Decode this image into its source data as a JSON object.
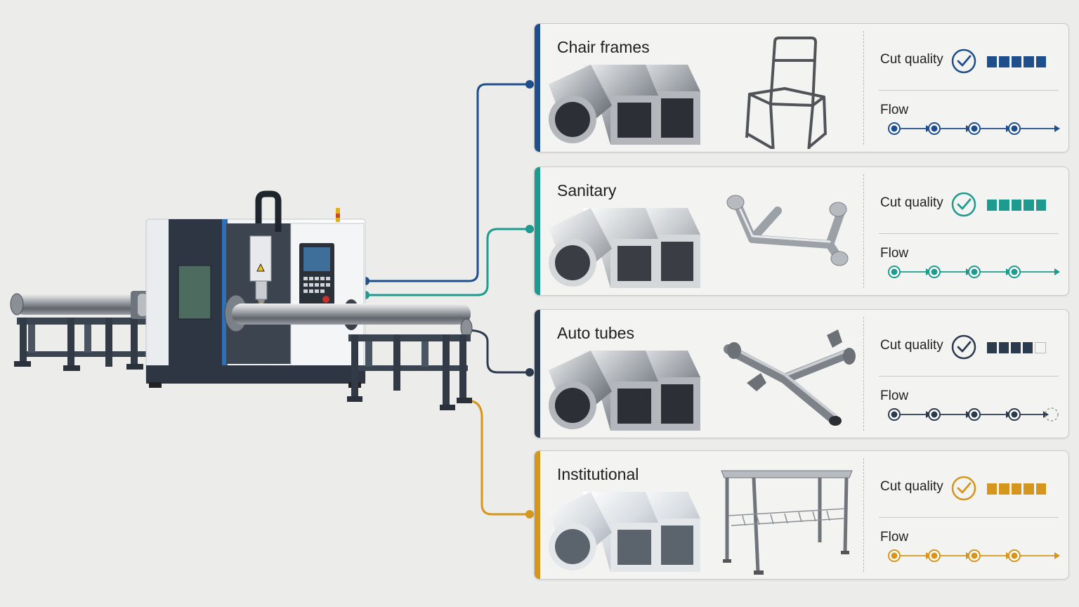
{
  "applications": [
    {
      "id": "chair-frames",
      "title": "Chair frames",
      "color": "#1f4e8c",
      "cut_quality_label": "Cut quality",
      "quality_filled": 5,
      "quality_total": 5,
      "flow_label": "Flow",
      "flow_steps_done": 4,
      "flow_pending_end": false,
      "tube_finish": "steel",
      "product_icon": "chair-frame-icon"
    },
    {
      "id": "sanitary",
      "title": "Sanitary",
      "color": "#1f9a8e",
      "cut_quality_label": "Cut quality",
      "quality_filled": 5,
      "quality_total": 5,
      "flow_label": "Flow",
      "flow_steps_done": 4,
      "flow_pending_end": false,
      "tube_finish": "polished",
      "product_icon": "grab-bar-icon"
    },
    {
      "id": "auto-tubes",
      "title": "Auto tubes",
      "color": "#2b3a4d",
      "cut_quality_label": "Cut quality",
      "quality_filled": 4,
      "quality_total": 5,
      "flow_label": "Flow",
      "flow_steps_done": 4,
      "flow_pending_end": true,
      "tube_finish": "steel",
      "product_icon": "exhaust-pipe-icon"
    },
    {
      "id": "institutional",
      "title": "Institutional",
      "color": "#d4961c",
      "cut_quality_label": "Cut quality",
      "quality_filled": 5,
      "quality_total": 5,
      "flow_label": "Flow",
      "flow_steps_done": 4,
      "flow_pending_end": false,
      "tube_finish": "aluminium",
      "product_icon": "steel-table-icon"
    }
  ],
  "machine": {
    "icon": "laser-tube-cutting-machine-icon",
    "warning_icon": "laser-warning-icon",
    "panel_color": "#2f6fb8"
  }
}
